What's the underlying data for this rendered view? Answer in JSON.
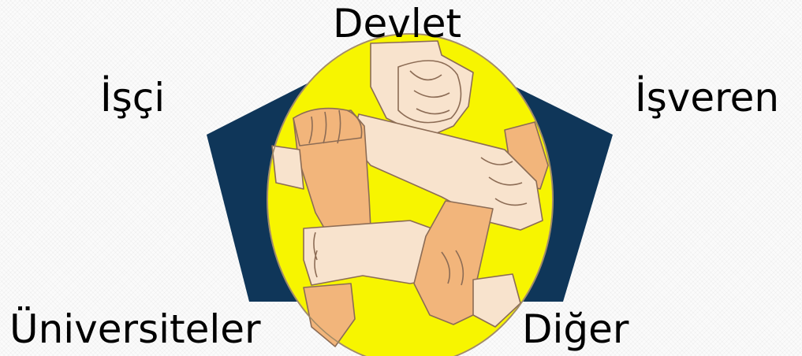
{
  "labels": {
    "top": "Devlet",
    "upper_left": "İşçi",
    "upper_right": "İşveren",
    "lower_left": "Üniversiteler",
    "lower_right": "Diğer"
  },
  "colors": {
    "pentagon": "#0f3659",
    "circle": "#f7f500",
    "skin_light": "#f8e3cd",
    "skin_tan": "#f2b57b",
    "outline": "#8c6c55"
  }
}
